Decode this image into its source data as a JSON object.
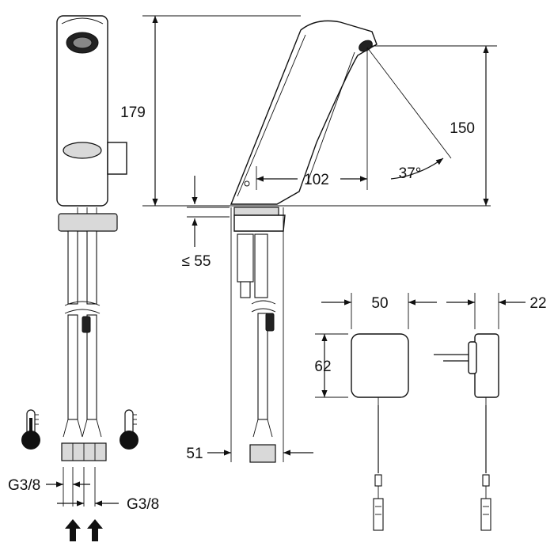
{
  "dimensions": {
    "faucet_height": "179",
    "sensor_height": "150",
    "spout_reach": "102",
    "sensor_angle": "37°",
    "max_deck_thickness": "≤ 55",
    "base_width": "51",
    "adapter_width": "50",
    "adapter_depth": "22",
    "adapter_height": "62",
    "connection_left": "G3/8",
    "connection_right": "G3/8"
  },
  "icons": {
    "hot_water": "thermometer-hot-icon",
    "cold_water": "thermometer-cold-icon",
    "supply_arrows": "arrow-up-icon"
  }
}
